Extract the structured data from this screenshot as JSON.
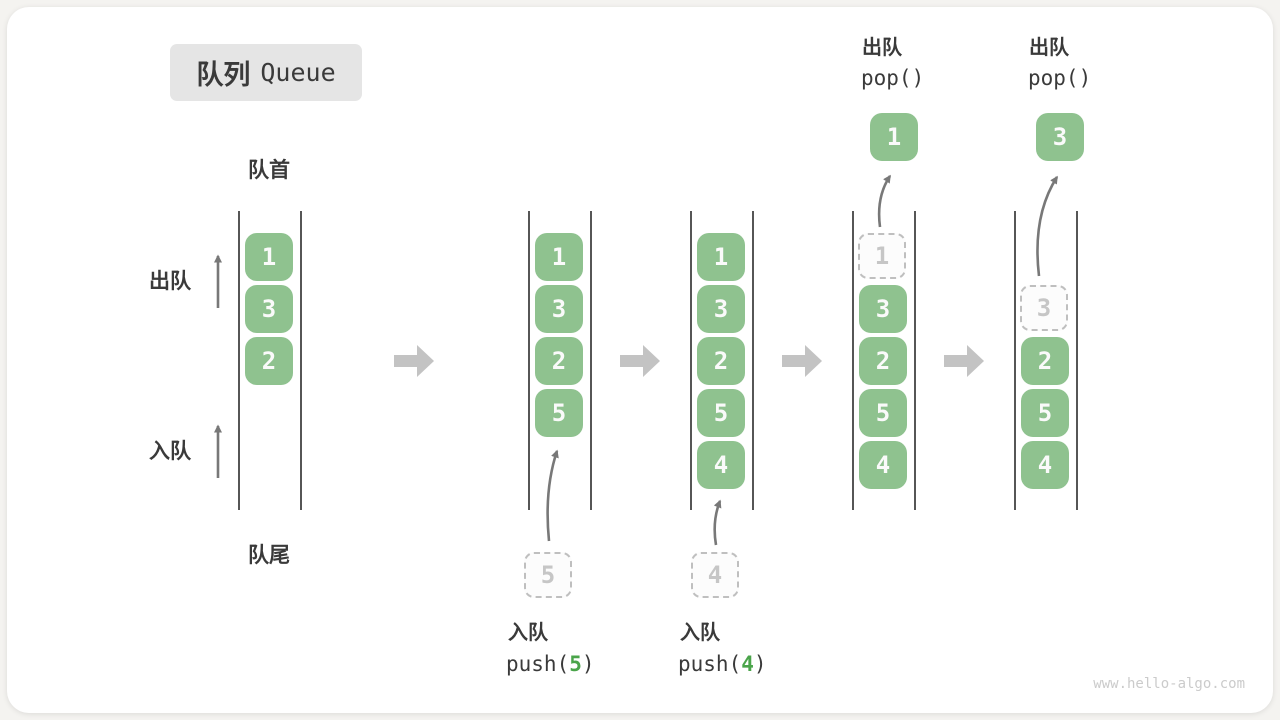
{
  "title": {
    "zh": "队列",
    "en": "Queue"
  },
  "side_labels": {
    "front": "队首",
    "rear": "队尾",
    "dequeue": "出队",
    "enqueue": "入队"
  },
  "operations": {
    "push5": {
      "label": "入队",
      "fn_open": "push(",
      "arg": "5",
      "fn_close": ")"
    },
    "push4": {
      "label": "入队",
      "fn_open": "push(",
      "arg": "4",
      "fn_close": ")"
    },
    "pop1": {
      "label": "出队",
      "fn": "pop()"
    },
    "pop2": {
      "label": "出队",
      "fn": "pop()"
    }
  },
  "states": [
    {
      "cells": [
        {
          "value": "1",
          "type": "green"
        },
        {
          "value": "3",
          "type": "green"
        },
        {
          "value": "2",
          "type": "green"
        }
      ]
    },
    {
      "cells": [
        {
          "value": "1",
          "type": "green"
        },
        {
          "value": "3",
          "type": "green"
        },
        {
          "value": "2",
          "type": "green"
        },
        {
          "value": "5",
          "type": "green"
        }
      ],
      "staged": {
        "value": "5"
      }
    },
    {
      "cells": [
        {
          "value": "1",
          "type": "green"
        },
        {
          "value": "3",
          "type": "green"
        },
        {
          "value": "2",
          "type": "green"
        },
        {
          "value": "5",
          "type": "green"
        },
        {
          "value": "4",
          "type": "green"
        }
      ],
      "staged": {
        "value": "4"
      }
    },
    {
      "cells": [
        {
          "value": "1",
          "type": "dashed"
        },
        {
          "value": "3",
          "type": "green"
        },
        {
          "value": "2",
          "type": "green"
        },
        {
          "value": "5",
          "type": "green"
        },
        {
          "value": "4",
          "type": "green"
        }
      ],
      "popped": {
        "value": "1"
      }
    },
    {
      "cells": [
        {
          "value": "3",
          "type": "dashed"
        },
        {
          "value": "2",
          "type": "green"
        },
        {
          "value": "5",
          "type": "green"
        },
        {
          "value": "4",
          "type": "green"
        }
      ],
      "popped": {
        "value": "3"
      }
    }
  ],
  "watermark": "www.hello-algo.com",
  "colors": {
    "box_green": "#8FC28F",
    "box_text": "#FAFAFA",
    "code_green": "#4AA44A",
    "text_dark": "#3A3A3A",
    "line_gray": "#565656",
    "block_arrow": "#C3C3C3",
    "thin_arrow": "#787878",
    "dashed_border": "#BFBFBF",
    "dashed_fill": "#FCFCFC",
    "dashed_text": "#C6C6C6",
    "title_bg": "#E5E5E5",
    "card_bg": "#FFFFFF",
    "page_bg": "#F4F3F0",
    "watermark": "#CBCBCB"
  }
}
